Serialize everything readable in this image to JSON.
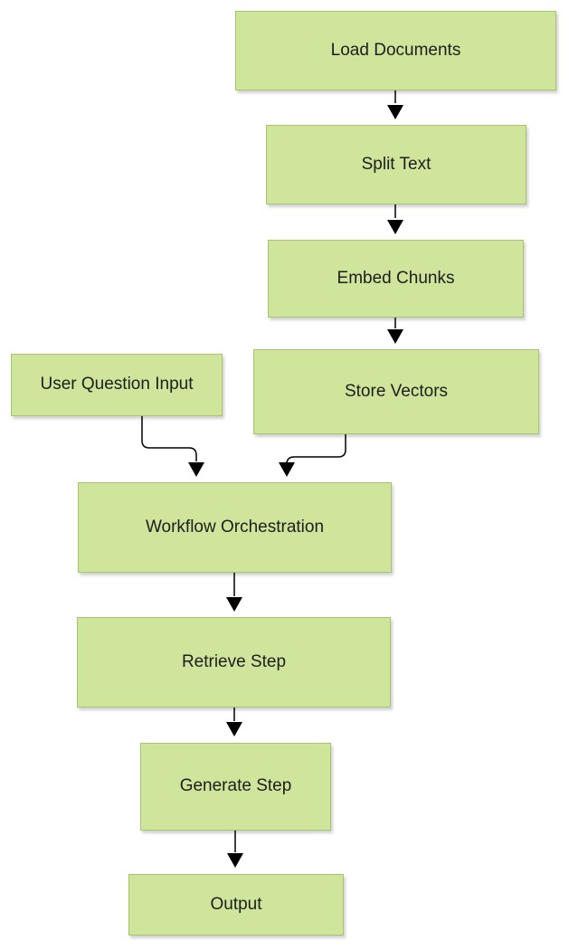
{
  "nodes": {
    "load_documents": "Load Documents",
    "split_text": "Split Text",
    "embed_chunks": "Embed Chunks",
    "user_question_input": "User Question Input",
    "store_vectors": "Store Vectors",
    "workflow_orchestration": "Workflow Orchestration",
    "retrieve_step": "Retrieve Step",
    "generate_step": "Generate Step",
    "output": "Output"
  },
  "edges": [
    {
      "from": "load_documents",
      "to": "split_text"
    },
    {
      "from": "split_text",
      "to": "embed_chunks"
    },
    {
      "from": "embed_chunks",
      "to": "store_vectors"
    },
    {
      "from": "user_question_input",
      "to": "workflow_orchestration"
    },
    {
      "from": "store_vectors",
      "to": "workflow_orchestration"
    },
    {
      "from": "workflow_orchestration",
      "to": "retrieve_step"
    },
    {
      "from": "retrieve_step",
      "to": "generate_step"
    },
    {
      "from": "generate_step",
      "to": "output"
    }
  ],
  "colors": {
    "node_fill": "#cfe59b",
    "node_border": "#a9c46e",
    "edge": "#000000",
    "text": "#1e1e1e"
  }
}
